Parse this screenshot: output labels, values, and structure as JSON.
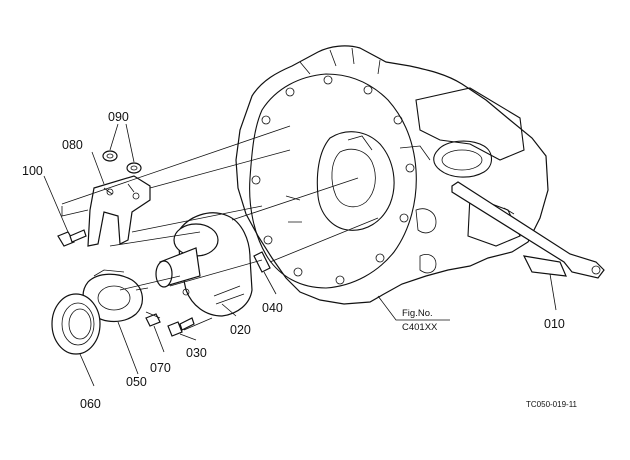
{
  "diagram": {
    "parts": [
      {
        "id": "p100",
        "label": "100"
      },
      {
        "id": "p080",
        "label": "080"
      },
      {
        "id": "p090",
        "label": "090"
      },
      {
        "id": "p060",
        "label": "060"
      },
      {
        "id": "p050",
        "label": "050"
      },
      {
        "id": "p070",
        "label": "070"
      },
      {
        "id": "p030",
        "label": "030"
      },
      {
        "id": "p020",
        "label": "020"
      },
      {
        "id": "p040",
        "label": "040"
      },
      {
        "id": "p010",
        "label": "010"
      }
    ],
    "figure_ref": {
      "label": "Fig.No.",
      "code": "C401XX"
    },
    "drawing_code": "TC050-019-11"
  }
}
